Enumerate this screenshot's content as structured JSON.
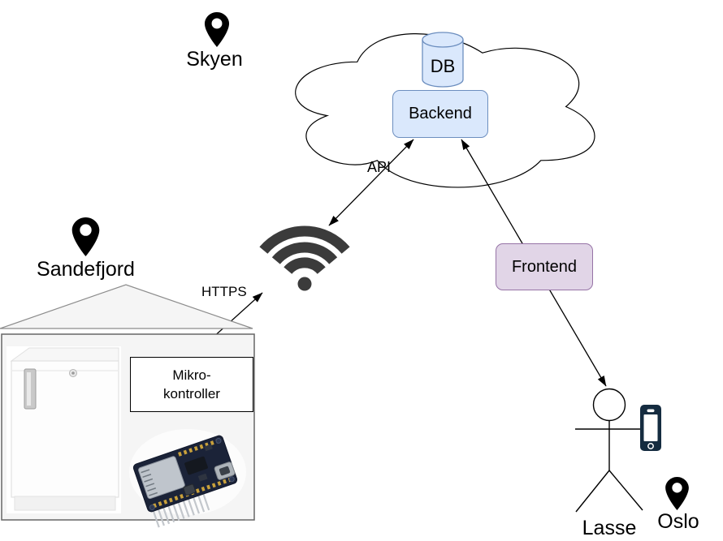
{
  "diagram": {
    "cloud": {
      "location_label": "Skyen",
      "db_label": "DB",
      "backend_label": "Backend",
      "api_label": "API"
    },
    "house": {
      "location_label": "Sandefjord",
      "https_label": "HTTPS",
      "microcontroller": {
        "line1": "Mikro-",
        "line2": "kontroller"
      }
    },
    "frontend": {
      "label": "Frontend"
    },
    "user": {
      "name_label": "Lasse",
      "location_label": "Oslo"
    },
    "icons": {
      "skyen_pin": "location-pin",
      "sandefjord_pin": "location-pin",
      "oslo_pin": "location-pin",
      "wifi": "wifi-signal",
      "smartphone": "smartphone",
      "cloud": "cloud-outline",
      "db": "database-cylinder",
      "user": "stick-figure",
      "fridge": "refrigerator-photo",
      "board": "esp32-board-photo"
    },
    "colors": {
      "node_blue_fill": "#dae8fc",
      "node_blue_border": "#6c8ebf",
      "node_purple_fill": "#e1d5e7",
      "node_purple_border": "#9673a6",
      "house_fill": "#f5f5f5",
      "house_border": "#666666",
      "wifi_icon": "#3b3b3b",
      "phone_icon": "#152c40",
      "pin_icon": "#000000",
      "line": "#000000"
    }
  }
}
